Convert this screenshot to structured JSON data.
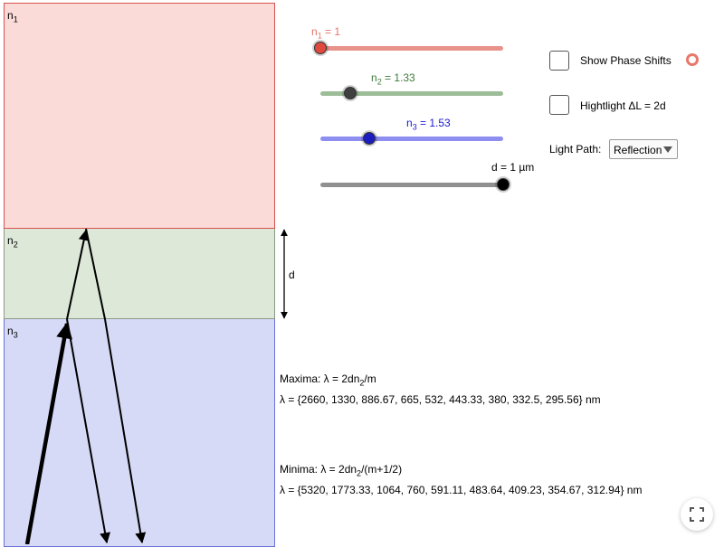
{
  "regions": {
    "n1": {
      "base": "n",
      "sub": "1"
    },
    "n2": {
      "base": "n",
      "sub": "2"
    },
    "n3": {
      "base": "n",
      "sub": "3"
    }
  },
  "sliders": {
    "n1": {
      "base": "n",
      "sub": "1",
      "suffix": " = 1",
      "value": 1,
      "min": 1,
      "max": 3,
      "color": "#e57368"
    },
    "n2": {
      "base": "n",
      "sub": "2",
      "suffix": " = 1.33",
      "value": 1.33,
      "min": 1,
      "max": 3,
      "color": "#3e7a3a"
    },
    "n3": {
      "base": "n",
      "sub": "3",
      "suffix": " = 1.53",
      "value": 1.53,
      "min": 1,
      "max": 3,
      "color": "#1a1ad0"
    },
    "d": {
      "text": "d = 1 µm",
      "value": 1,
      "min": 0,
      "max": 1,
      "color": "#000000"
    }
  },
  "options": {
    "show_phase_shifts": "Show Phase Shifts",
    "highlight": "Hightlight ΔL = 2d",
    "light_path_label": "Light Path:",
    "light_path_value": "Reflection"
  },
  "thickness_label": "d",
  "maxima": {
    "f_pre": "Maxima: λ = 2dn",
    "f_sub": "2",
    "f_post": "/m",
    "values": "λ = {2660, 1330, 886.67, 665, 532, 443.33, 380, 332.5, 295.56} nm"
  },
  "minima": {
    "f_pre": "Minima: λ = 2dn",
    "f_sub": "2",
    "f_post": "/(m+1/2)",
    "values": "λ = {5320, 1773.33, 1064, 760, 591.11, 483.64, 409.23, 354.67, 312.94} nm"
  },
  "icons": {
    "phase": "target-icon",
    "fullscreen": "fullscreen-icon"
  }
}
